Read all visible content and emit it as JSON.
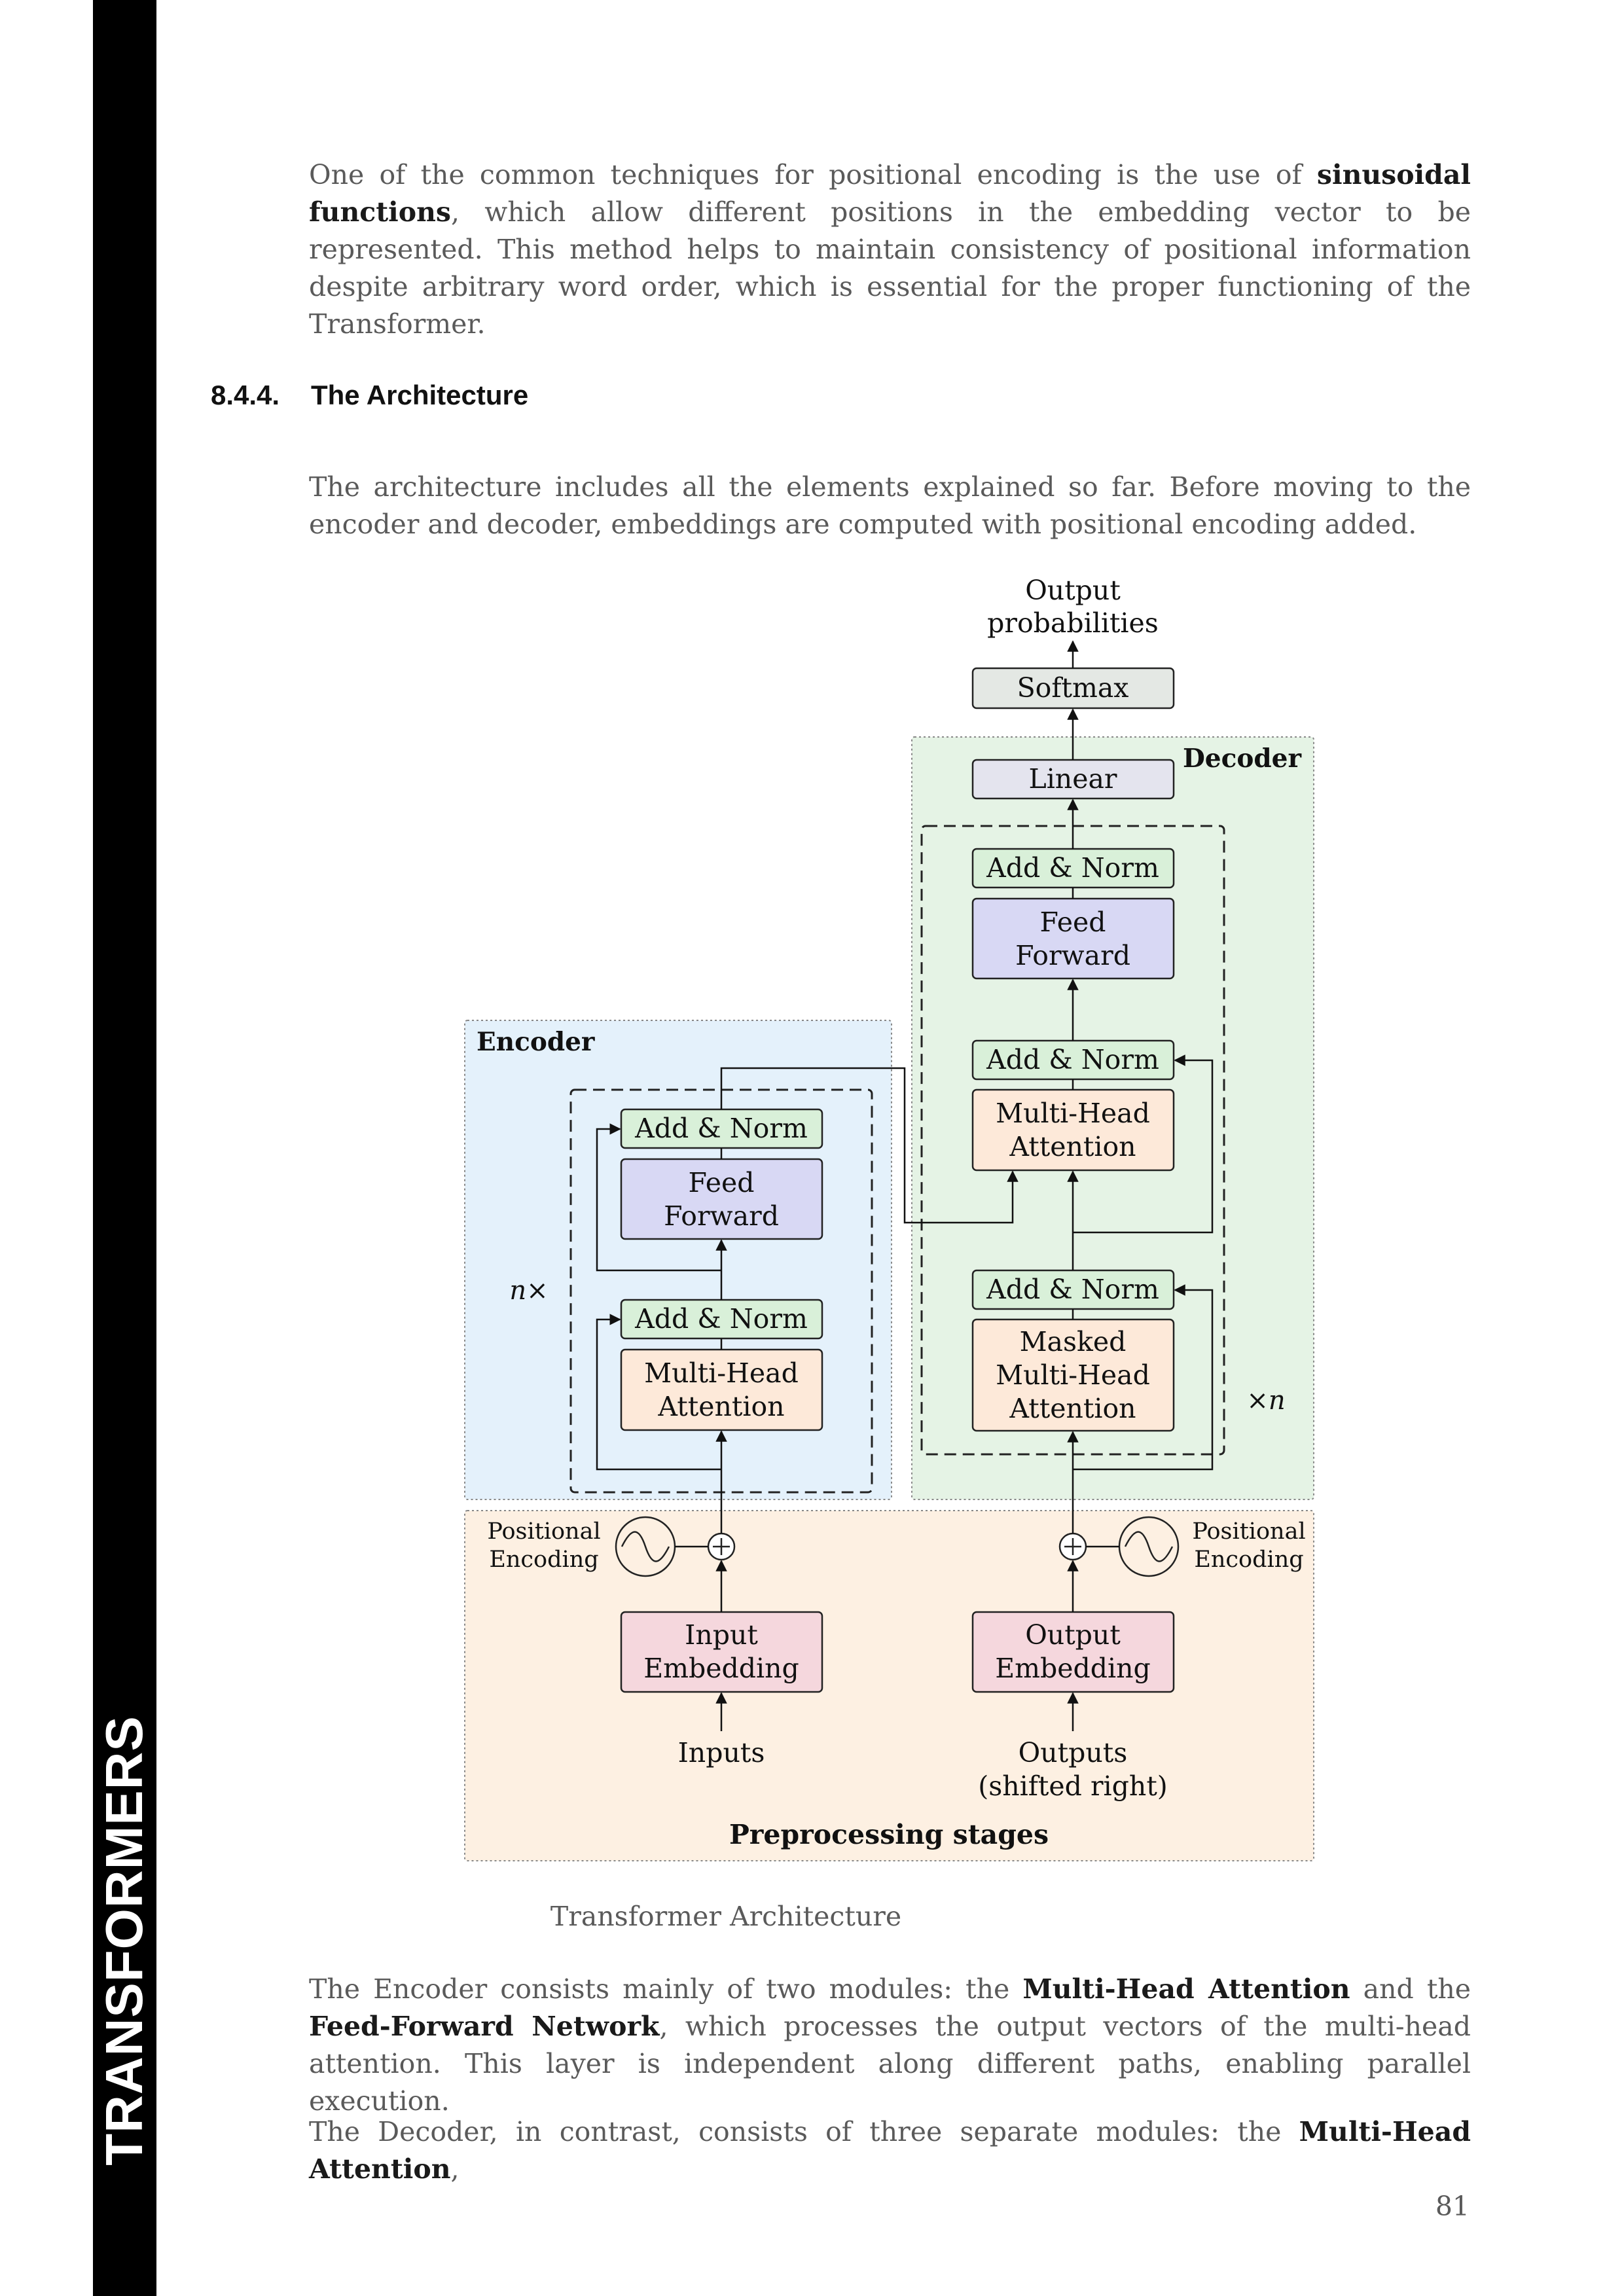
{
  "side_title": "TRANSFORMERS",
  "para1": {
    "a": "One of the common techniques for positional encoding is the use of ",
    "b": "sinusoidal functions",
    "c": ", which allow different positions in the embedding vector to be represented. This method helps to maintain consistency of positional information despite arbitrary word order, which is essential for the proper functioning of the Transformer."
  },
  "section": {
    "number": "8.4.4.",
    "title": "The Architecture"
  },
  "para2": "The architecture includes all the elements explained so far. Before moving to the encoder and decoder, embeddings are computed with positional encoding added.",
  "figure": {
    "output_probabilities": [
      "Output",
      "probabilities"
    ],
    "softmax": "Softmax",
    "linear": "Linear",
    "decoder_label": "Decoder",
    "encoder_label": "Encoder",
    "add_norm": "Add & Norm",
    "feed_forward": [
      "Feed",
      "Forward"
    ],
    "multi_head_attention": [
      "Multi-Head",
      "Attention"
    ],
    "masked_attention": [
      "Masked",
      "Multi-Head",
      "Attention"
    ],
    "enc_repeat": "n×",
    "dec_repeat": "×n",
    "positional_encoding": [
      "Positional",
      "Encoding"
    ],
    "input_embedding": [
      "Input",
      "Embedding"
    ],
    "output_embedding": [
      "Output",
      "Embedding"
    ],
    "inputs": "Inputs",
    "outputs": [
      "Outputs",
      "(shifted right)"
    ],
    "preprocessing_label": "Preprocessing stages",
    "caption": "Transformer Architecture",
    "colors": {
      "encoder_bg": "#e4f1fb",
      "decoder_bg": "#e5f3e5",
      "preprocess_bg": "#fdf0e2",
      "add_norm": "#d9f0d9",
      "feed_forward": "#d8d8f4",
      "attention": "#fde9d9",
      "embedding": "#f5d7dd",
      "linear": "#e4e4ee",
      "softmax": "#e4e8e4"
    }
  },
  "para3": {
    "a": "The Encoder consists mainly of two modules: the ",
    "b": "Multi-Head Attention",
    "c": " and the ",
    "d": "Feed-Forward Network",
    "e": ", which processes the output vectors of the multi-head attention. This layer is independent along different paths, enabling parallel execution."
  },
  "para4": {
    "a": "The Decoder, in contrast, consists of three separate modules: the ",
    "b": "Multi-Head Attention",
    "c": ","
  },
  "page_number": "81"
}
